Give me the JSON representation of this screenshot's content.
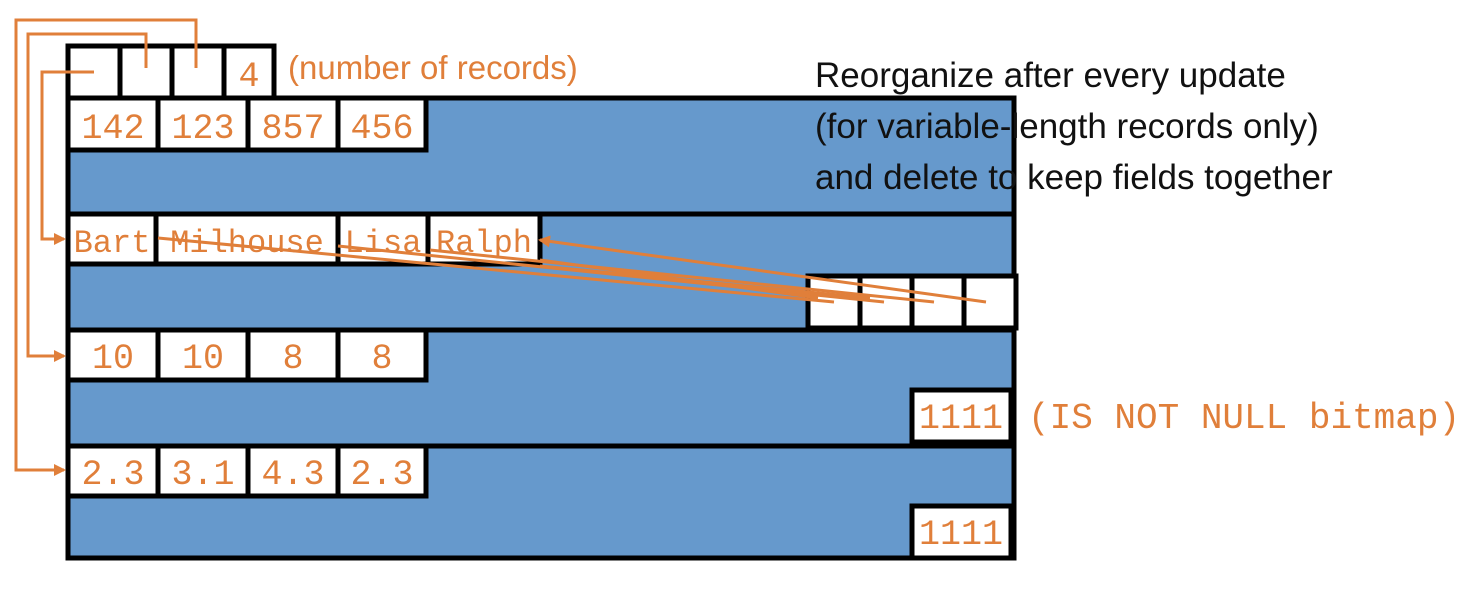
{
  "colors": {
    "block": "#6699cc",
    "accent": "#e07f3a",
    "border": "#000000",
    "text": "#111111"
  },
  "header": {
    "slots": [
      "",
      "",
      "",
      "4"
    ],
    "count_label": "(number of records)"
  },
  "columns": {
    "ids": [
      "142",
      "123",
      "857",
      "456"
    ],
    "names": [
      "Bart",
      "Milhouse",
      "Lisa",
      "Ralph"
    ],
    "lengths": [
      "10",
      "10",
      "8",
      "8"
    ],
    "scores": [
      "2.3",
      "3.1",
      "4.3",
      "2.3"
    ]
  },
  "bitmaps": {
    "lengths_bitmap": "1111",
    "scores_bitmap": "1111",
    "bitmap_label": "(IS NOT NULL bitmap)"
  },
  "note": {
    "lines": [
      "Reorganize after every update",
      "(for variable-length records only)",
      "and delete to keep fields together"
    ]
  }
}
